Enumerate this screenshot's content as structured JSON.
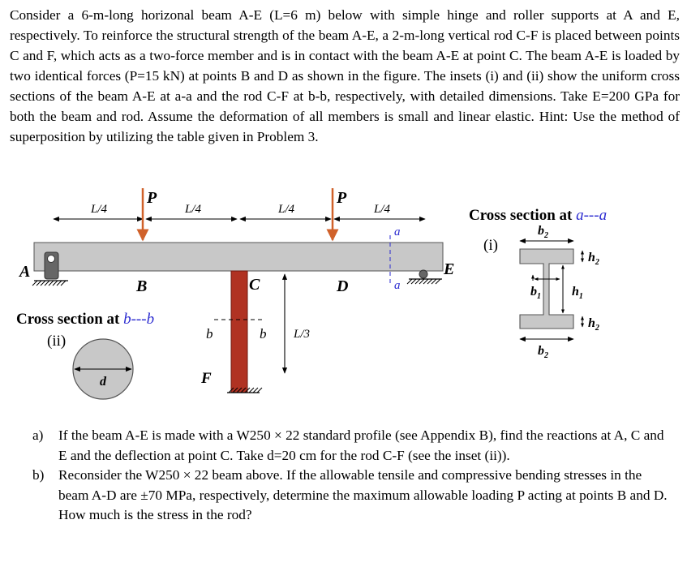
{
  "problem": {
    "intro": "Consider a 6-m-long horizonal beam A-E (L=6 m) below with simple hinge and roller supports at A and E, respectively. To reinforce the structural strength of the beam A-E, a 2-m-long vertical rod C-F is placed between points C and F, which acts as a two-force member and is in contact with the beam A-E at point C. The beam A-E is loaded by two identical forces (P=15 kN) at points B and D as shown in the figure. The insets (i) and (ii) show the uniform cross sections of the beam A-E at a-a and the rod C-F at b-b, respectively, with detailed dimensions. Take E=200 GPa for both the beam and rod. Assume the deformation of all members is small and linear elastic. Hint: Use the method of superposition by utilizing the table given in Problem 3."
  },
  "figure": {
    "span_label": "L/4",
    "load_label": "P",
    "rod_length_label": "L/3",
    "points": {
      "A": "A",
      "B": "B",
      "C": "C",
      "D": "D",
      "E": "E",
      "F": "F"
    },
    "section_a_mark": "a",
    "section_b_mark": "b",
    "inset_i": {
      "title_prefix": "Cross section at ",
      "title_section": "a---a",
      "tag": "(i)",
      "b2": "b",
      "h2": "h",
      "b1": "b",
      "h1": "h",
      "sub_1": "1",
      "sub_2": "2"
    },
    "inset_ii": {
      "title_prefix": "Cross section at ",
      "title_section": "b---b",
      "tag": "(ii)",
      "d": "d"
    },
    "colors": {
      "beam": "#c8c8c8",
      "rod": "#b03222",
      "load_arrow": "#d0612a",
      "section_mark": "#2a2ad0"
    }
  },
  "questions": [
    {
      "label": "a)",
      "text": "If the beam A-E is made with a W250 × 22 standard profile (see Appendix B), find the reactions at A, C and E and the deflection at point C. Take d=20 cm for the rod C-F (see the inset (ii))."
    },
    {
      "label": "b)",
      "text": "Reconsider the W250 × 22 beam above. If the allowable tensile and compressive bending stresses in the beam A-D are ±70 MPa, respectively, determine the maximum allowable loading P acting at points B and D. How much is the stress in the rod?"
    }
  ]
}
